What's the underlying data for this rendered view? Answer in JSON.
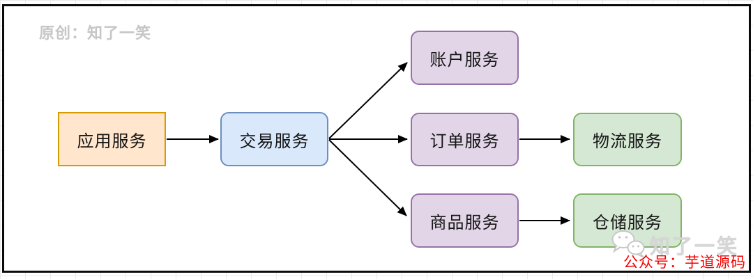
{
  "watermark_top": {
    "text": "原创：知了一笑",
    "color": "#c6c6c6"
  },
  "diagram": {
    "nodes": [
      {
        "id": "app-service",
        "label": "应用服务",
        "fill": "#FFE6CC",
        "stroke": "#D79B00",
        "shape": "rect"
      },
      {
        "id": "trade-service",
        "label": "交易服务",
        "fill": "#DAE8FC",
        "stroke": "#6C8EBF",
        "shape": "rounded"
      },
      {
        "id": "account-service",
        "label": "账户服务",
        "fill": "#E1D5E7",
        "stroke": "#9673A6",
        "shape": "rounded"
      },
      {
        "id": "order-service",
        "label": "订单服务",
        "fill": "#E1D5E7",
        "stroke": "#9673A6",
        "shape": "rounded"
      },
      {
        "id": "product-service",
        "label": "商品服务",
        "fill": "#E1D5E7",
        "stroke": "#9673A6",
        "shape": "rounded"
      },
      {
        "id": "logistics-service",
        "label": "物流服务",
        "fill": "#D5E8D4",
        "stroke": "#82B366",
        "shape": "rounded"
      },
      {
        "id": "warehouse-service",
        "label": "仓储服务",
        "fill": "#D5E8D4",
        "stroke": "#82B366",
        "shape": "rounded"
      }
    ],
    "edges": [
      {
        "from": "app-service",
        "to": "trade-service"
      },
      {
        "from": "trade-service",
        "to": "account-service"
      },
      {
        "from": "trade-service",
        "to": "order-service"
      },
      {
        "from": "trade-service",
        "to": "product-service"
      },
      {
        "from": "order-service",
        "to": "logistics-service"
      },
      {
        "from": "product-service",
        "to": "warehouse-service"
      }
    ],
    "edge_color": "#000000"
  },
  "watermark_bottom": {
    "icon": "wechat-icon",
    "name": "知了一笑",
    "account": "公众号：芋道源码",
    "account_color": "#f40000",
    "name_color": "#d6d6d6"
  }
}
